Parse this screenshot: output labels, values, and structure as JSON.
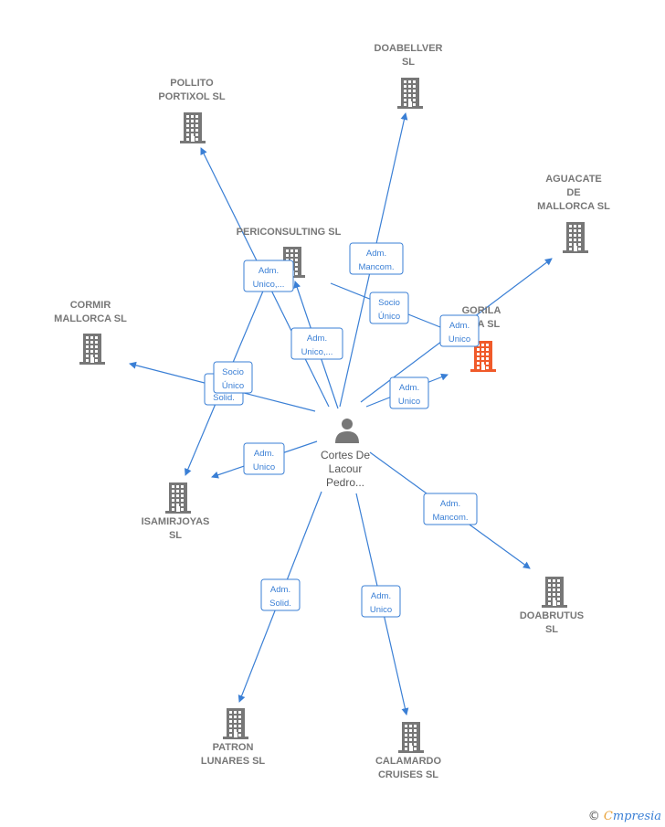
{
  "colors": {
    "edge": "#3a7fd5",
    "company": "#777777",
    "highlight": "#f05a2a"
  },
  "center": {
    "label": [
      "Cortes De",
      "Lacour",
      "Pedro..."
    ],
    "icon": "person-icon"
  },
  "companies": [
    {
      "id": "doabellver",
      "label": [
        "DOABELLVER",
        "SL"
      ],
      "highlight": false
    },
    {
      "id": "pollito",
      "label": [
        "POLLITO",
        "PORTIXOL SL"
      ],
      "highlight": false
    },
    {
      "id": "aguacate",
      "label": [
        "AGUACATE",
        "DE",
        "MALLORCA SL"
      ],
      "highlight": false
    },
    {
      "id": "periconsulting",
      "label": [
        "PERICONSULTING SL"
      ],
      "highlight": false
    },
    {
      "id": "gorila",
      "label": [
        "GORILA",
        "...LA SL"
      ],
      "highlight": true
    },
    {
      "id": "cormir",
      "label": [
        "CORMIR",
        "MALLORCA SL"
      ],
      "highlight": false
    },
    {
      "id": "isamirjoyas",
      "label": [
        "ISAMIRJOYAS",
        "SL"
      ],
      "highlight": false
    },
    {
      "id": "doabrutus",
      "label": [
        "DOABRUTUS",
        "SL"
      ],
      "highlight": false
    },
    {
      "id": "patron",
      "label": [
        "PATRON",
        "LUNARES SL"
      ],
      "highlight": false
    },
    {
      "id": "calamardo",
      "label": [
        "CALAMARDO",
        "CRUISES SL"
      ],
      "highlight": false
    }
  ],
  "edges": [
    {
      "label": [
        "Adm.",
        "Mancom."
      ]
    },
    {
      "label": [
        "Adm.",
        "Unico,..."
      ]
    },
    {
      "label": [
        "Adm.",
        "Unico,..."
      ]
    },
    {
      "label": [
        "Socio",
        "Único"
      ]
    },
    {
      "label": [
        "Adm.",
        "Unico"
      ]
    },
    {
      "label": [
        "Adm.",
        "Unico"
      ]
    },
    {
      "label": [
        "Adm.",
        "Solid."
      ]
    },
    {
      "label": [
        "Socio",
        "Único"
      ]
    },
    {
      "label": [
        "Adm.",
        "Unico"
      ]
    },
    {
      "label": [
        "Adm.",
        "Mancom."
      ]
    },
    {
      "label": [
        "Adm.",
        "Solid."
      ]
    },
    {
      "label": [
        "Adm.",
        "Unico"
      ]
    }
  ],
  "footer": {
    "copyright": "©",
    "brand_first": "C",
    "brand_rest": "mpresia"
  }
}
